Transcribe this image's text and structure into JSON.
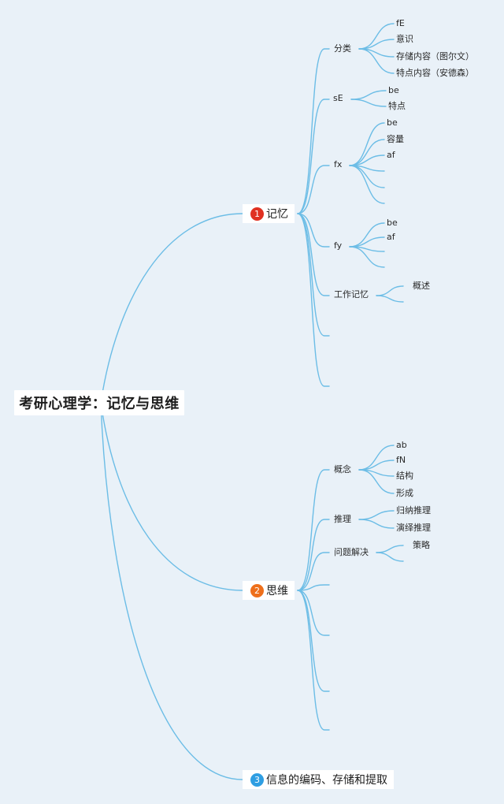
{
  "root": {
    "label": "考研心理学：记忆与思维"
  },
  "branches": [
    {
      "number": "1",
      "label": "记忆",
      "color": "#e03122",
      "children": [
        {
          "label": "分类",
          "children": [
            "fE",
            "意识",
            "存储内容（图尔文）",
            "特点内容（安德森）"
          ]
        },
        {
          "label": "sE",
          "children": [
            "be",
            "特点"
          ]
        },
        {
          "label": "fx",
          "children": [
            "be",
            "容量",
            "af",
            "",
            "",
            ""
          ]
        },
        {
          "label": "fy",
          "children": [
            "be",
            "af",
            "",
            ""
          ]
        },
        {
          "label": "工作记忆",
          "children": [
            "概述",
            ""
          ]
        },
        {
          "label": "",
          "children": []
        },
        {
          "label": "",
          "children": []
        }
      ]
    },
    {
      "number": "2",
      "label": "思维",
      "color": "#ee6f1b",
      "children": [
        {
          "label": "概念",
          "children": [
            "ab",
            "fN",
            "结构",
            "形成"
          ]
        },
        {
          "label": "推理",
          "children": [
            "归纳推理",
            "演绎推理"
          ]
        },
        {
          "label": "问题解决",
          "children": [
            "策略",
            ""
          ]
        },
        {
          "label": "",
          "children": []
        },
        {
          "label": "",
          "children": []
        },
        {
          "label": "",
          "children": []
        },
        {
          "label": "",
          "children": []
        }
      ]
    },
    {
      "number": "3",
      "label": "信息的编码、存储和提取",
      "color": "#2f9ee2",
      "children": []
    }
  ]
}
